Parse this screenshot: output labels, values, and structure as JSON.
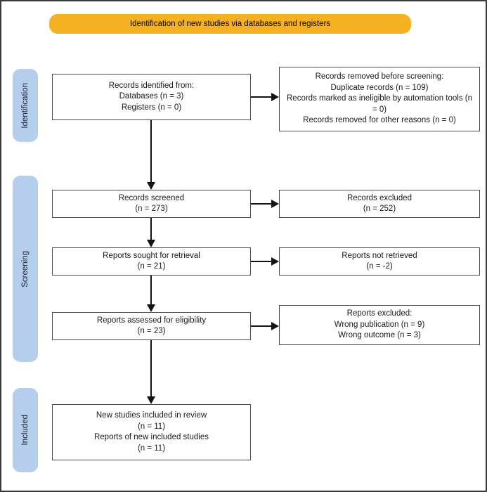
{
  "banner": {
    "label": "Identification of new studies via databases and registers"
  },
  "colors": {
    "banner_bg": "#f6b123",
    "stage_bg": "#b5ceec",
    "box_border": "#4a4a4a",
    "arrow": "#141414",
    "outer_border": "#3a3a3a"
  },
  "stages": [
    {
      "label": "Identification"
    },
    {
      "label": "Screening"
    },
    {
      "label": "Included"
    }
  ],
  "boxes": {
    "records_identified": {
      "lines": [
        "Records identified from:",
        "Databases (n = 3)",
        "Registers (n = 0)"
      ]
    },
    "records_removed": {
      "lines": [
        "Records removed before screening:",
        "Duplicate records (n = 109)",
        "Records marked as ineligible by automation tools (n = 0)",
        "Records removed for other reasons (n = 0)"
      ]
    },
    "records_screened": {
      "lines": [
        "Records screened",
        "(n = 273)"
      ]
    },
    "records_excluded": {
      "lines": [
        "Records excluded",
        "(n = 252)"
      ]
    },
    "reports_sought": {
      "lines": [
        "Reports sought for retrieval",
        "(n = 21)"
      ]
    },
    "reports_not_retrieved": {
      "lines": [
        "Reports not retrieved",
        "(n = -2)"
      ]
    },
    "reports_assessed": {
      "lines": [
        "Reports assessed for eligibility",
        "(n = 23)"
      ]
    },
    "reports_excluded": {
      "lines": [
        "Reports excluded:",
        "Wrong publication (n = 9)",
        "Wrong outcome (n = 3)"
      ]
    },
    "included_studies": {
      "lines": [
        "New studies included in review",
        "(n = 11)",
        "Reports of new included studies",
        "(n = 11)"
      ]
    }
  }
}
